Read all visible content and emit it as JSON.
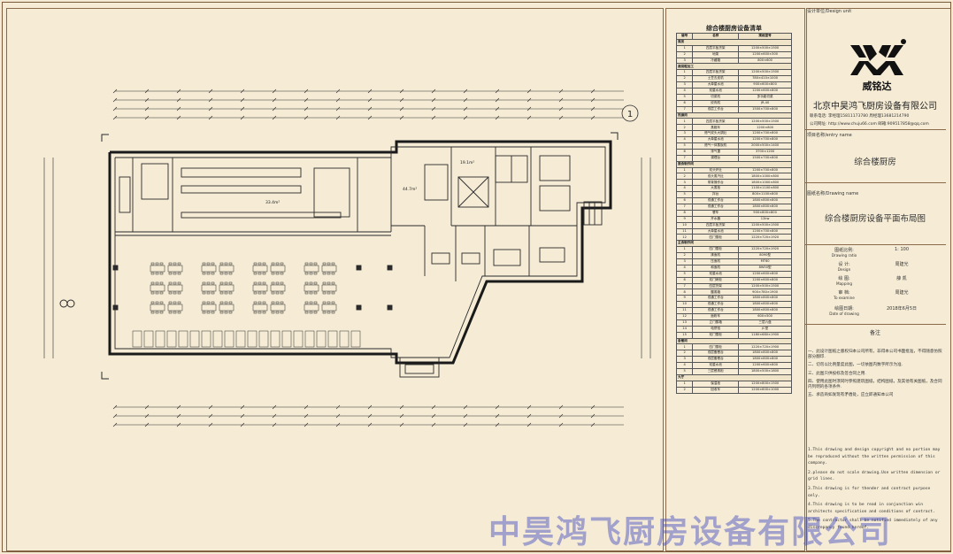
{
  "equipment_list": {
    "title": "综合楼厨房设备清单",
    "headers": [
      "编号",
      "名称",
      "规格型号"
    ],
    "sections": [
      {
        "name": "库房",
        "rows": [
          [
            "1",
            "四层平板货架",
            "1200×500×1500"
          ],
          [
            "2",
            "地架",
            "1200×600×300"
          ],
          [
            "3",
            "冷藏箱",
            "800×600"
          ]
        ]
      },
      {
        "name": "蔬菜粗加工",
        "rows": [
          [
            "1",
            "四层平板货架",
            "1200×500×1500"
          ],
          [
            "2",
            "土豆去皮机",
            "780×410×1000"
          ],
          [
            "3",
            "大单星水池",
            "900×600×800"
          ],
          [
            "4",
            "双星水池",
            "1200×600×800"
          ],
          [
            "5",
            "切菜机",
            "多功能切菜"
          ],
          [
            "6",
            "绞肉机",
            "JR-40"
          ],
          [
            "7",
            "双层工作台",
            "1500×700×800"
          ]
        ]
      },
      {
        "name": "热操间",
        "rows": [
          [
            "1",
            "四层平板货架",
            "1200×500×1500"
          ],
          [
            "2",
            "蒸箱车",
            "1200×800"
          ],
          [
            "3",
            "燃气双头大锅灶",
            "1200×700×800"
          ],
          [
            "4",
            "大单星水池",
            "1200×700×800"
          ],
          [
            "5",
            "燃气一体蒸饭机",
            "2000×500×1400"
          ],
          [
            "6",
            "排气罩",
            "3700×1200"
          ],
          [
            "7",
            "调理台",
            "1500×700×800"
          ]
        ]
      },
      {
        "name": "面食制作间",
        "rows": [
          [
            "1",
            "双头炉灶",
            "1200×700×800"
          ],
          [
            "2",
            "双头蒸汽灶",
            "1800×1000×800"
          ],
          [
            "3",
            "带背操作台",
            "1800×1000×800"
          ],
          [
            "4",
            "大蒸柜",
            "1100×1100×800"
          ],
          [
            "5",
            "拌台",
            "800×1100×800"
          ],
          [
            "6",
            "双通工作台",
            "1800×800×800"
          ],
          [
            "7",
            "双通工作台",
            "1800×800×800"
          ],
          [
            "8",
            "餐车",
            "900×800×800"
          ],
          [
            "9",
            "开水器",
            "12kw"
          ],
          [
            "10",
            "四层平板货架",
            "1200×500×1500"
          ],
          [
            "11",
            "大单星水池",
            "1200×700×800"
          ],
          [
            "12",
            "四门雪柜",
            "1220×720×1920"
          ]
        ]
      },
      {
        "name": "主食制作间",
        "rows": [
          [
            "1",
            "四门雪柜",
            "1220×720×1920"
          ],
          [
            "2",
            "揉面机",
            "8090型"
          ],
          [
            "3",
            "压面机",
            "MT60"
          ],
          [
            "4",
            "和面机",
            "8W50型"
          ],
          [
            "5",
            "双星水池",
            "1200×600×800"
          ],
          [
            "6",
            "双门烤柜",
            "1200×600×800"
          ],
          [
            "7",
            "四层货架",
            "1200×500×1500"
          ],
          [
            "8",
            "醒蒸箱",
            "900×780×1900"
          ],
          [
            "9",
            "双通工作台",
            "1800×800×800"
          ],
          [
            "10",
            "双通工作台",
            "1800×800×800"
          ],
          [
            "11",
            "双通工作台",
            "1800×800×800"
          ],
          [
            "12",
            "面粉车",
            "600×500"
          ],
          [
            "13",
            "立门蒸箱",
            "三层六盘"
          ],
          [
            "14",
            "电饼铛",
            "JC型"
          ],
          [
            "15",
            "双门雪柜",
            "1180×680×1900"
          ]
        ]
      },
      {
        "name": "备餐间",
        "rows": [
          [
            "1",
            "四门雪柜",
            "1220×720×1900"
          ],
          [
            "2",
            "双层备餐台",
            "1800×800×800"
          ],
          [
            "3",
            "双层备餐台",
            "1800×800×800"
          ],
          [
            "4",
            "双星水池",
            "1200×600×800"
          ],
          [
            "5",
            "三层餐具柜",
            "1800×500×1800"
          ]
        ]
      },
      {
        "name": "大厅",
        "rows": [
          [
            "1",
            "保温柜",
            "1200×800×1500"
          ],
          [
            "2",
            "回收车",
            "1200×600×1000"
          ]
        ]
      }
    ]
  },
  "title_block": {
    "design_unit_label": "设计单位/Design unit",
    "logo_text": "威铭达",
    "company_name": "北京中昊鸿飞厨房设备有限公司",
    "contact_line1": "联系电话: 李经理15811173780   周经理13681214790",
    "contact_line2": "公司网址: http://www.chuju66.com  邮箱:909517858@qq.com",
    "project_name_label": "项目名称/entry name",
    "project_name": "综合楼厨房",
    "drawing_name_label": "图纸名称/Drawing name",
    "drawing_name": "综合楼厨房设备平面布局图",
    "scale_label": "图纸比例:",
    "scale_label_en": "Drawing ratio",
    "scale_value": "1: 100",
    "design_label": "设 计:",
    "design_label_en": "Design",
    "design_value": "周建光",
    "mapping_label": "绘 图:",
    "mapping_label_en": "Mapping",
    "mapping_value": "薛 凯",
    "check_label": "审 档:",
    "check_label_en": "To examine",
    "check_value": "周建光",
    "date_label": "绘图日期:",
    "date_label_en": "Date of drawing",
    "date_value": "2018年6月5日",
    "notes_label": "备注",
    "notes_cn": [
      "一、此设计图纸之版权归本公司所有，非得本公司书面批准，不得随意仿照部分翻印.",
      "二、切勿以比例量度此图，一切依图内数字所示为准.",
      "三、此图只供投标及签合同之用.",
      "四、使用此图时须同时参照建筑图纸，结构图纸，及其他有关图纸，及合同内列明的各项条件.",
      "五、承造商如发现有矛盾处，应立即通知本公司"
    ],
    "notes_en": [
      "1.This drawing and design copyright and no portion may be reproduced without the written permission of this company.",
      "2.please do not scale drawing.Use written dimension or grid lines.",
      "3.This drawing is for thender and contract purpose only.",
      "4.This drawing is to be read in conjunction win architects specification and conditions of contract.",
      "5.The contractor shall be notified immediately of any discrepancy found hereof."
    ]
  },
  "floor_plan": {
    "grid_marker": "1",
    "room_labels": [
      "33.4m²",
      "19.1m²",
      "44.7m²"
    ]
  },
  "watermark": "中昊鸿飞厨房设备有限公司",
  "colors": {
    "paper": "#f6ecd6",
    "frame": "#8a6a4a",
    "line": "#2a2a2a",
    "watermark": "#3c46be"
  }
}
